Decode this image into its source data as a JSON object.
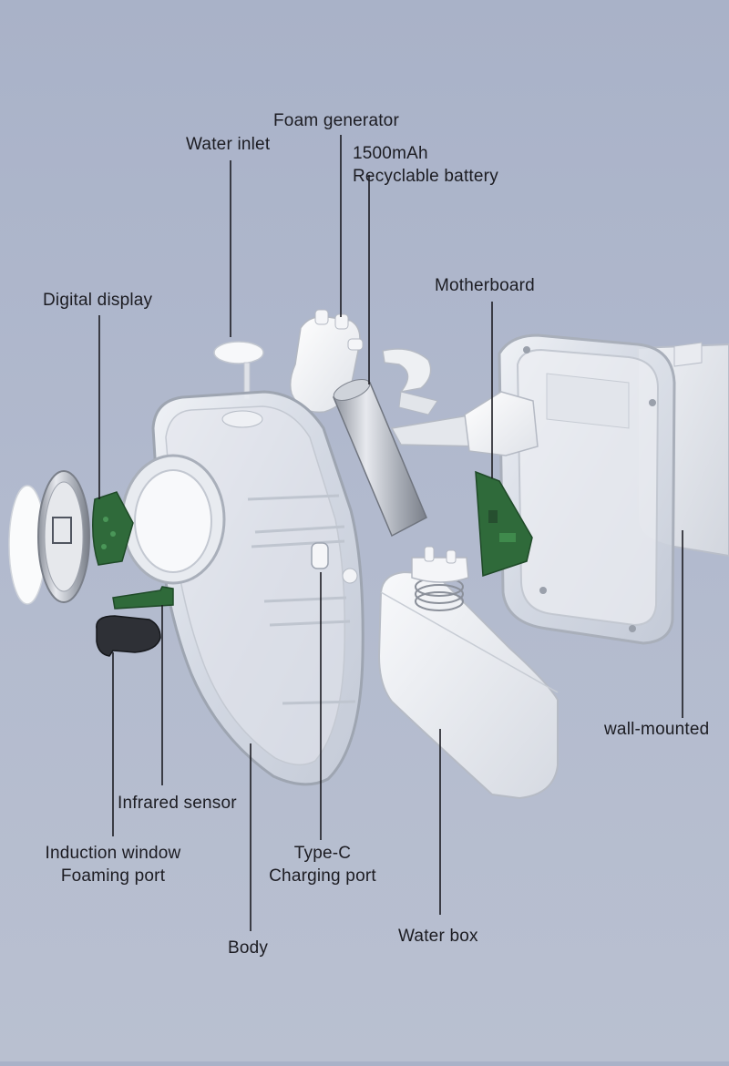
{
  "labels": {
    "foam_generator": "Foam generator",
    "water_inlet": "Water inlet",
    "battery_line1": "1500mAh",
    "battery_line2": "Recyclable battery",
    "motherboard": "Motherboard",
    "digital_display": "Digital display",
    "wall_mounted": "wall-mounted",
    "infrared_sensor": "Infrared sensor",
    "induction_line1": "Induction window",
    "induction_line2": "Foaming port",
    "typec_line1": "Type-C",
    "typec_line2": "Charging port",
    "body": "Body",
    "water_box": "Water box"
  },
  "colors": {
    "background": "#b2bace",
    "pcb_green": "#2f6a3a",
    "leader_line": "#1c1c22",
    "shell": "#e6e9ef"
  }
}
